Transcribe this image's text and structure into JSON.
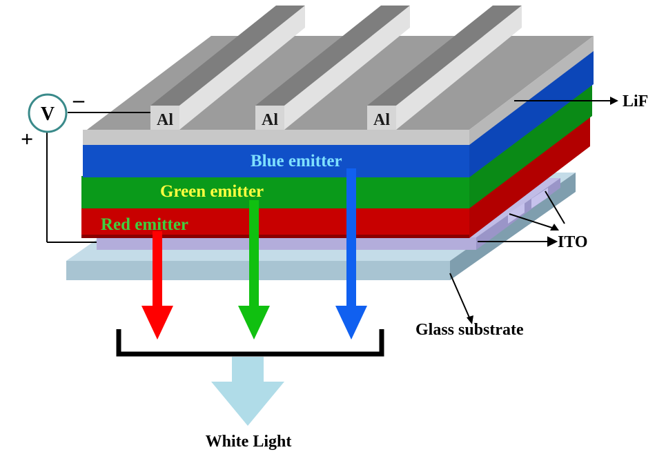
{
  "labels": {
    "al_1": "Al",
    "al_2": "Al",
    "al_3": "Al",
    "lif": "LiF",
    "ito": "ITO",
    "glass_substrate": "Glass substrate",
    "blue_emitter": "Blue emitter",
    "green_emitter": "Green emitter",
    "red_emitter": "Red emitter",
    "white_light": "White Light",
    "voltmeter": "V",
    "minus": "–",
    "plus": "+"
  },
  "colors": {
    "blue_layer": "#1050c8",
    "green_layer": "#0a9a1a",
    "red_layer": "#c80000",
    "lif_layer": "#c8c8c8",
    "ito_layer": "#b0aad8",
    "glass": "#a8c8d8",
    "al_top": "#9a9a9a",
    "al_bright": "#e0e0e0",
    "voltmeter_ring": "#3a8a8a",
    "blue_text": "#7fe0ff",
    "green_text": "#ffff40",
    "red_text": "#40d040",
    "white_arrow": "#b0dce8"
  }
}
